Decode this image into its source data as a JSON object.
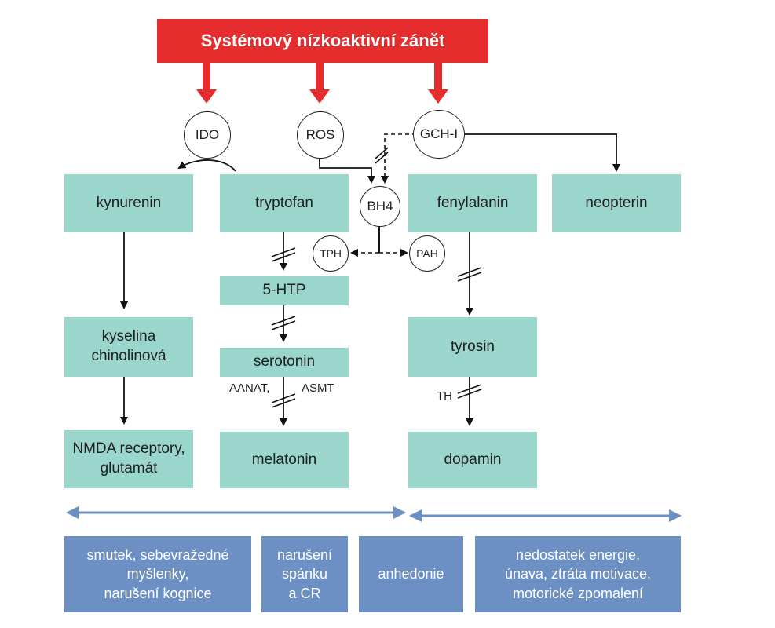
{
  "header": {
    "title": "Systémový nízkoaktivní zánět"
  },
  "enzymes": {
    "ido": "IDO",
    "ros": "ROS",
    "gch": "GCH-I",
    "bh4": "BH4",
    "tph": "TPH",
    "pah": "PAH"
  },
  "metabolites": {
    "kynurenin": "kynurenin",
    "tryptofan": "tryptofan",
    "fenylalanin": "fenylalanin",
    "neopterin": "neopterin",
    "htp": "5-HTP",
    "chinolinova": "kyselina\nchinolinová",
    "serotonin": "serotonin",
    "tyrosin": "tyrosin",
    "nmda": "NMDA receptory,\nglutamát",
    "melatonin": "melatonin",
    "dopamin": "dopamin"
  },
  "step_labels": {
    "aanat": "AANAT,",
    "asmt": "ASMT",
    "th": "TH"
  },
  "outcomes": [
    "smutek, sebevražedné\nmyšlenky,\nnarušení kognice",
    "narušení\nspánku\na CR",
    "anhedonie",
    "nedostatek energie,\núnava, ztráta motivace,\nmotorické zpomalení"
  ],
  "colors": {
    "inflammation": "#e52d2d",
    "metabolite_box": "#9ad6cb",
    "outcome_box": "#6c8fc4",
    "range_arrow": "#6c8fc4"
  }
}
